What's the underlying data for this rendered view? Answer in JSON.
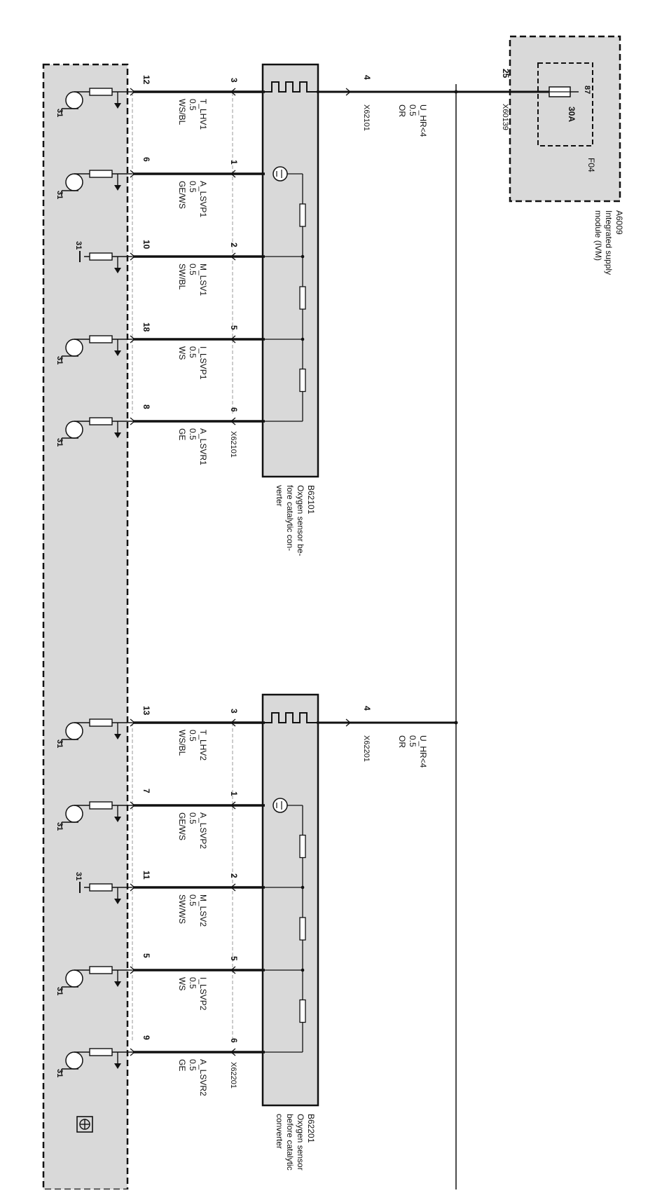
{
  "colors": {
    "module_fill": "#d9d9d9",
    "wire": "#111111",
    "dashed": "#999999",
    "background": "#ffffff"
  },
  "left_module": {
    "ground_label": "31",
    "sensor1_pins": [
      "12",
      "6",
      "10",
      "18",
      "8"
    ],
    "sensor2_pins": [
      "13",
      "7",
      "11",
      "5",
      "9"
    ],
    "symbol": "ground-module-icon"
  },
  "sensor1": {
    "id": "B62101",
    "desc_line1": "Oxygen sensor be-",
    "desc_line2": "fore catalytic con-",
    "desc_line3": "verter",
    "connector": "X62101",
    "pins": [
      "3",
      "1",
      "2",
      "5",
      "6"
    ],
    "supply_pin": "4",
    "supply_connector": "X62101",
    "supply_name": "U_HR<4",
    "supply_gauge": "0.5",
    "supply_color": "OR",
    "wires": [
      {
        "name": "T_LHV1",
        "gauge": "0.5",
        "color": "WS/BL"
      },
      {
        "name": "A_LSVP1",
        "gauge": "0.5",
        "color": "GE/WS"
      },
      {
        "name": "M_LSV1",
        "gauge": "0.5",
        "color": "SW/BL"
      },
      {
        "name": "I_LSVP1",
        "gauge": "0.5",
        "color": "WS"
      },
      {
        "name": "A_LSVR1",
        "gauge": "0.5",
        "color": "GE"
      }
    ]
  },
  "sensor2": {
    "id": "B62201",
    "desc_line1": "Oxygen sensor",
    "desc_line2": "before catalytic",
    "desc_line3": "converter",
    "connector": "X62201",
    "pins": [
      "3",
      "1",
      "2",
      "5",
      "6"
    ],
    "supply_pin": "4",
    "supply_connector": "X62201",
    "supply_name": "U_HR<4",
    "supply_gauge": "0.5",
    "supply_color": "OR",
    "wires": [
      {
        "name": "T_LHV2",
        "gauge": "0.5",
        "color": "WS/BL"
      },
      {
        "name": "A_LSVP2",
        "gauge": "0.5",
        "color": "GE/WS"
      },
      {
        "name": "M_LSV2",
        "gauge": "0.5",
        "color": "SW/WS"
      },
      {
        "name": "I_LSVP2",
        "gauge": "0.5",
        "color": "WS"
      },
      {
        "name": "A_LSVR2",
        "gauge": "0.5",
        "color": "GE"
      }
    ]
  },
  "ivm": {
    "id": "A6009",
    "desc_line1": "Integrated supply",
    "desc_line2": "module (IVM)",
    "fuse": "F04",
    "fuse_rating": "30A",
    "fuse_pin": "87",
    "pin": "25",
    "connector": "X60139"
  }
}
